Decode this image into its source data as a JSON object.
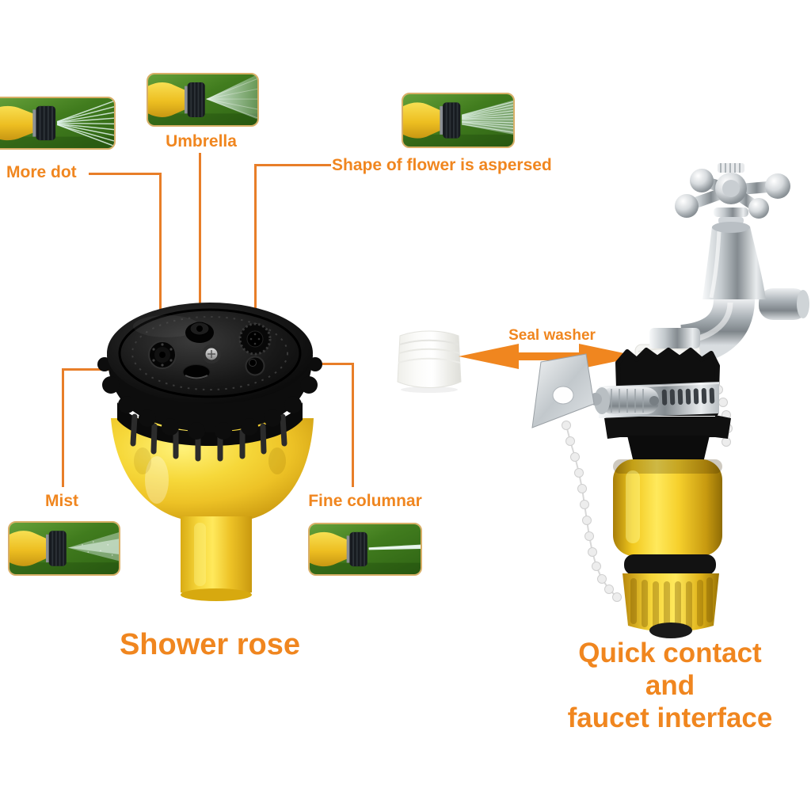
{
  "palette": {
    "background": "#ffffff",
    "label_orange": "#F0861F",
    "callout_line_orange": "#E87E28",
    "product_yellow": "#F2CC2E",
    "product_black": "#141414",
    "chrome_silver": "#C3C9CD",
    "grass_green": "#4C8A28",
    "washer_white": "#F5F5F3"
  },
  "callouts": {
    "more_dot": {
      "label": "More dot"
    },
    "umbrella": {
      "label": "Umbrella"
    },
    "flower": {
      "label": "Shape of flower is aspersed"
    },
    "mist": {
      "label": "Mist"
    },
    "fine_columnar": {
      "label": "Fine columnar"
    },
    "seal_washer": {
      "label": "Seal washer"
    }
  },
  "captions": {
    "left_product": "Shower rose",
    "right_product": [
      "Quick contact",
      "and",
      "faucet interface"
    ]
  },
  "icons": {
    "spray_thumbnails": [
      "more-dot-spray",
      "umbrella-spray",
      "flower-spray",
      "mist-spray",
      "fine-columnar-spray"
    ],
    "products": [
      "shower-rose-nozzle",
      "seal-washer",
      "faucet-with-quick-connector"
    ],
    "arrow": "double-headed-arrow"
  }
}
